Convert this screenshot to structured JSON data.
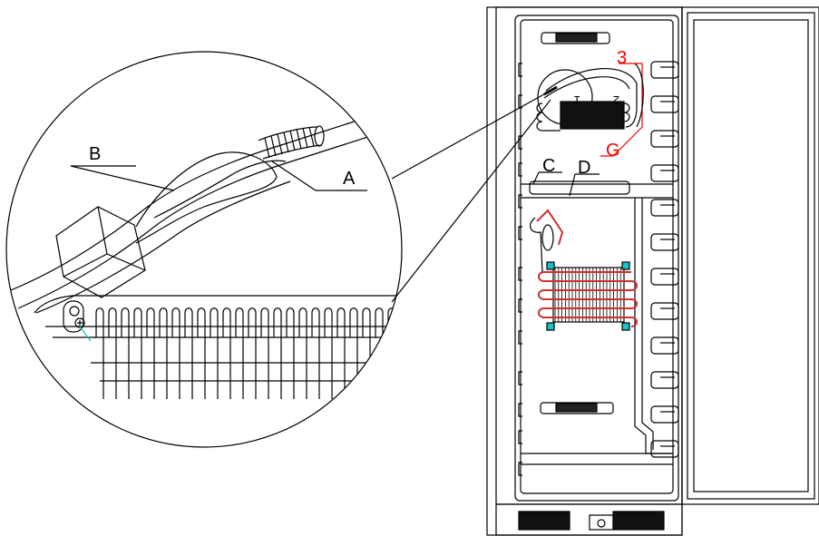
{
  "callouts": {
    "a": "A",
    "b": "B",
    "c": "C",
    "d": "D",
    "g": "G",
    "n3": "3",
    "n1": "1",
    "n2": "2"
  },
  "colors": {
    "line": "#000000",
    "red": "#ff0000",
    "coil_red": "#d03030",
    "accent_cyan": "#18c0c8"
  }
}
